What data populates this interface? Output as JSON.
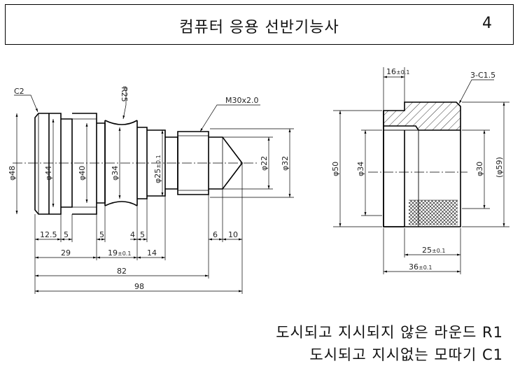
{
  "header": {
    "title": "컴퓨터 응용 선반기능사",
    "number": "4"
  },
  "drawing1": {
    "chamfer_label": "C2",
    "radius_label": "R25",
    "thread_label": "M30x2.0",
    "dia_labels": {
      "d48": "φ48",
      "d44": "φ44",
      "d40": "φ40",
      "d34": "φ34",
      "d25": "φ25",
      "d25_tol": "±0.1",
      "d22": "φ22",
      "d32": "φ32"
    },
    "len_labels": {
      "l12_5": "12.5",
      "l5a": "5",
      "l5b": "5",
      "l4": "4",
      "l5c": "5",
      "l29": "29",
      "l19": "19",
      "l19_tol": "±0.1",
      "l14": "14",
      "l6": "6",
      "l10": "10",
      "l82": "82",
      "l98": "98"
    }
  },
  "drawing2": {
    "l16": "16",
    "l16_tol": "±0.1",
    "chamfer_label": "3-C1.5",
    "dia_labels": {
      "d50": "φ50",
      "d34": "φ34",
      "d30": "φ30",
      "d59": "(φ59)"
    },
    "l25": "25",
    "l25_tol": "±0.1",
    "l36": "36",
    "l36_tol": "±0.1"
  },
  "notes": {
    "line1": "도시되고 지시되지 않은 라운드 R1",
    "line2": "도시되고 지시없는 모따기 C1"
  }
}
